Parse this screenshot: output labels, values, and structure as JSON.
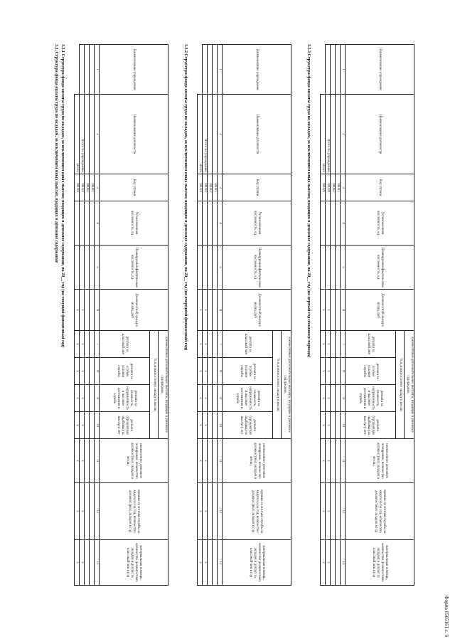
{
  "form_id": "Форма 0505161 с. 6",
  "main_heading": "3.3. Структура фонда оплаты труда по окладам, за исключением иных выплат, входящих в денежное содержание",
  "tables": [
    {
      "heading": "3.3.1 Структура фонда оплаты труда по окладам, за исключением иных выплат, входящих в денежное содержание, на 20__ год (на текущий финансовый год)",
      "rows": [
        {
          "name": "",
          "position": "",
          "code": "00001",
          "x": [
            "",
            "",
            "",
            "",
            "",
            "",
            "",
            "",
            ""
          ]
        },
        {
          "name": "",
          "position": "",
          "code": "00002",
          "x": [
            "",
            "",
            "",
            "",
            "",
            "",
            "",
            "",
            ""
          ]
        },
        {
          "name": "",
          "position": "Итого по учреждению",
          "code": "00010",
          "x": [
            "",
            "",
            "x",
            "x",
            "x",
            "x",
            "x",
            "x",
            "x"
          ]
        },
        {
          "name": "",
          "position": "Всего",
          "code": "90010",
          "x": [
            "",
            "",
            "x",
            "x",
            "x",
            "x",
            "x",
            "x",
            "x"
          ]
        }
      ]
    },
    {
      "heading": "3.3.2 Структура фонда оплаты труда по окладам, за исключением иных выплат, входящих в денежное содержание, на 20__ год (на очередной финансовый год)",
      "rows": [
        {
          "name": "",
          "position": "",
          "code": "00001",
          "x": [
            "",
            "",
            "",
            "",
            "",
            "",
            "",
            "",
            ""
          ]
        },
        {
          "name": "",
          "position": "",
          "code": "00002",
          "x": [
            "",
            "",
            "",
            "",
            "",
            "",
            "",
            "",
            ""
          ]
        },
        {
          "name": "",
          "position": "Итого по учреждению",
          "code": "00010",
          "x": [
            "",
            "",
            "x",
            "x",
            "x",
            "x",
            "x",
            "x",
            "x"
          ]
        },
        {
          "name": "",
          "position": "Всего",
          "code": "90010",
          "x": [
            "",
            "",
            "x",
            "x",
            "x",
            "x",
            "x",
            "x",
            "x"
          ]
        }
      ]
    },
    {
      "heading": "3.3.3 Структура фонда оплаты труда по окладам, за исключением иных выплат, входящих в денежное содержание, на 20__ год (на первый год планового периода)",
      "rows": [
        {
          "name": "",
          "position": "",
          "code": "00001",
          "x": [
            "",
            "",
            "",
            "",
            "",
            "",
            "",
            "",
            ""
          ]
        },
        {
          "name": "",
          "position": "",
          "code": "00002",
          "x": [
            "",
            "",
            "",
            "",
            "",
            "",
            "",
            "",
            ""
          ]
        },
        {
          "name": "",
          "position": "Итого по учреждению",
          "code": "00010",
          "x": [
            "",
            "",
            "x",
            "x",
            "x",
            "x",
            "x",
            "x",
            "x"
          ]
        },
        {
          "name": "",
          "position": "Всего",
          "code": "90010",
          "x": [
            "",
            "",
            "x",
            "x",
            "x",
            "x",
            "x",
            "x",
            "x"
          ]
        }
      ]
    }
  ],
  "columns": {
    "c1": "Наименование учреждения",
    "c2": "Наименование должности",
    "c3": "Код строки",
    "c4": "Установленная численность, ед.",
    "c5": "Планируемая фактическая численность, ед.",
    "c6": "Должностной оклад в месяц, руб",
    "group": "Ежемесячные дополнительные выплаты, входящие в денежное содержание,",
    "group_sub": "% к должностному окладу в месяц",
    "c7": "доплата за классный чин",
    "c8": "доплата за особые условия службы",
    "c9": "доплата за сложность, напряженность и высокие достижения в службе",
    "c10": "доплата (процентная надбавка) за выслугу лет",
    "c11": "ежемесячное денежное поощрение, количество должностных окладов в месяц",
    "c12": "премии по итогам службы за квартал и за год, количество должностных окладов в год",
    "c13": "материальная помощь, количество должностных окладов и доплат за классный чин в год"
  },
  "col_numbers": [
    "1",
    "2",
    "3",
    "4",
    "5",
    "6",
    "7",
    "8",
    "9",
    "10",
    "11",
    "12",
    "13"
  ]
}
